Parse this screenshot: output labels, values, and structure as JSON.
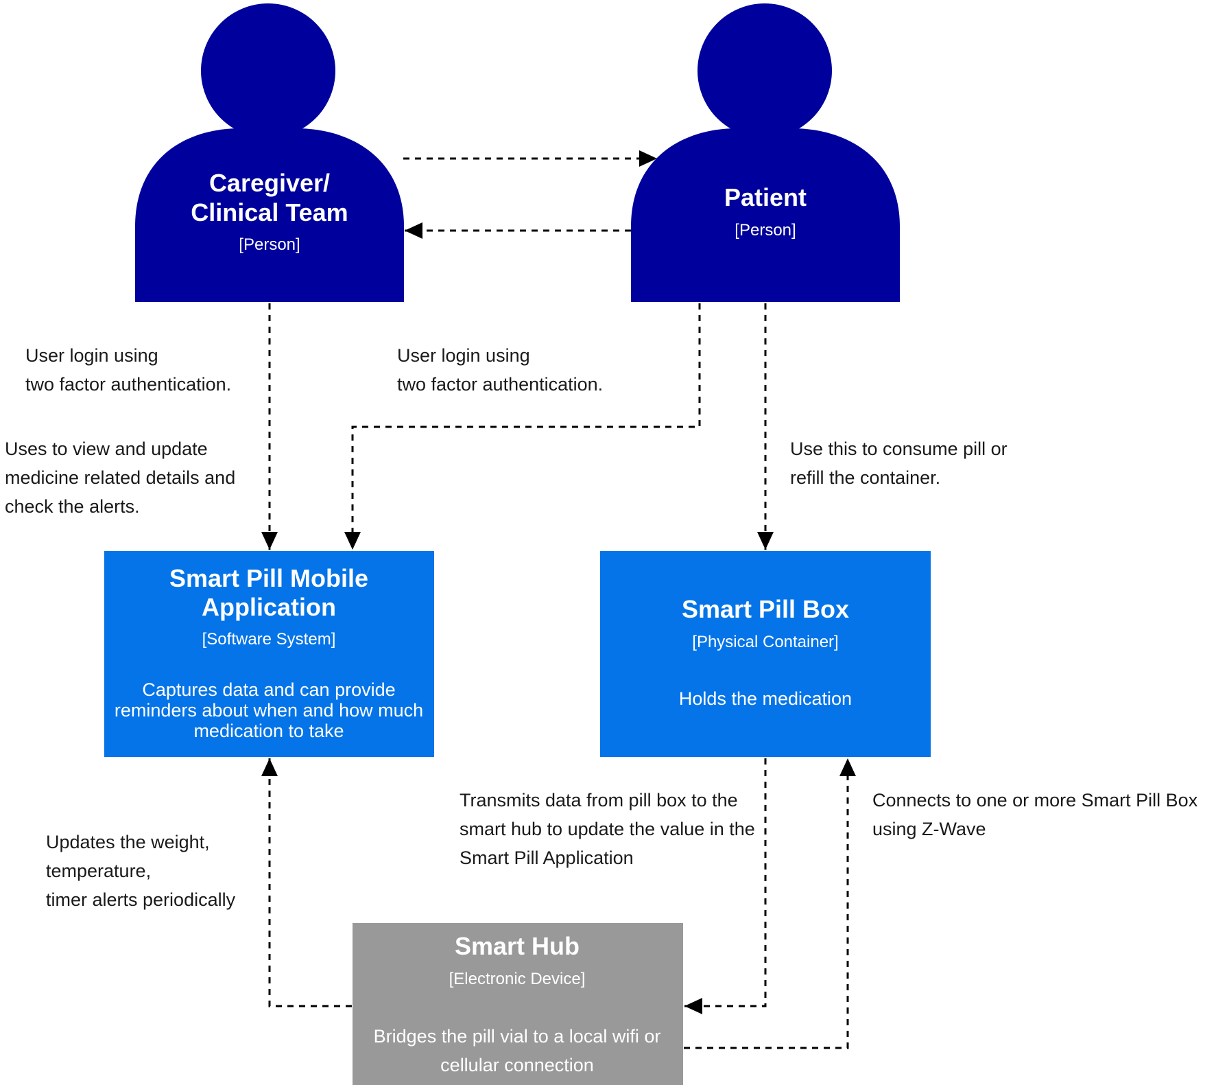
{
  "colors": {
    "person": "#00009c",
    "system": "#0474e8",
    "device": "#999999",
    "edge": "#000000",
    "label": "#1a1a1a"
  },
  "persons": {
    "caregiver": {
      "title_line1": "Caregiver/",
      "title_line2": "Clinical Team",
      "type": "[Person]"
    },
    "patient": {
      "title": "Patient",
      "type": "[Person]"
    }
  },
  "systems": {
    "mobile_app": {
      "title_line1": "Smart Pill Mobile",
      "title_line2": "Application",
      "type": "[Software System]",
      "desc_line1": "Captures data and can provide",
      "desc_line2": "reminders about when and how much",
      "desc_line3": "medication to take"
    },
    "pill_box": {
      "title": "Smart Pill Box",
      "type": "[Physical Container]",
      "desc": "Holds the medication"
    },
    "hub": {
      "title": "Smart Hub",
      "type": "[Electronic Device]",
      "desc_line1": "Bridges the pill vial to a local wifi or",
      "desc_line2": "cellular connection"
    }
  },
  "relationships": {
    "caregiver_login": {
      "line1": "User login using",
      "line2": "two factor authentication."
    },
    "caregiver_uses": {
      "line1": "Uses to view and update",
      "line2": "medicine related details and",
      "line3": "check the alerts."
    },
    "patient_login": {
      "line1": "User login using",
      "line2": "two factor authentication."
    },
    "patient_box": {
      "line1": "Use this to consume pill or",
      "line2": "refill the container."
    },
    "hub_to_app": {
      "line1": "Updates the weight,",
      "line2": "temperature,",
      "line3": "timer alerts periodically"
    },
    "box_to_hub": {
      "line1": "Transmits data from pill box to the",
      "line2": "smart hub to update the value in the",
      "line3": "Smart Pill Application"
    },
    "hub_to_box": {
      "line1": "Connects to one or more Smart Pill Box",
      "line2": "using Z-Wave"
    }
  }
}
